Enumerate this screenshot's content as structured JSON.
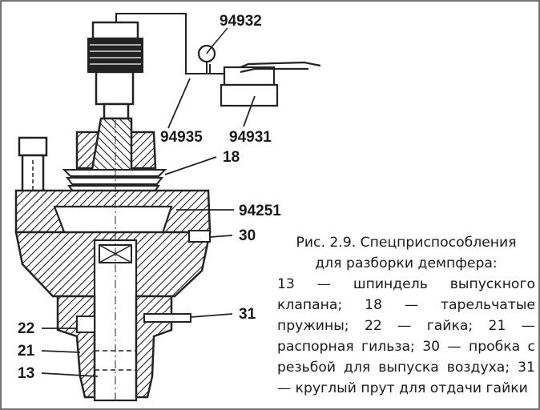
{
  "figure": {
    "callouts": {
      "part_94932": "94932",
      "part_94935": "94935",
      "part_94931": "94931",
      "part_18": "18",
      "part_94251": "94251",
      "part_30": "30",
      "part_31": "31",
      "part_22": "22",
      "part_21": "21",
      "part_13": "13"
    },
    "caption": {
      "title_line1": "Рис. 2.9. Спецприспособления",
      "title_line2": "для разборки демпфера:",
      "body": "13 — шпиндель выпускного клапана; 18 — тарельчатые пружины; 22 — гайка; 21 — распорная гильза; 30 — пробка с резьбой для выпуска воздуха; 31 — круглый прут для отдачи гайки"
    }
  }
}
